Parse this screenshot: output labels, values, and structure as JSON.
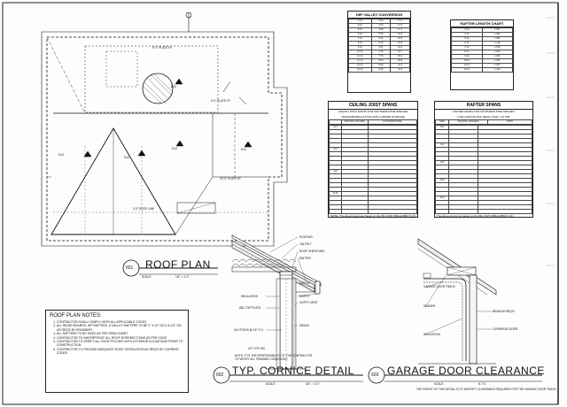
{
  "roof_plan": {
    "title": "ROOF PLAN",
    "number": "601",
    "scale": "SCALE",
    "scale_value": "1/4\" = 1'-0\"",
    "labels": {
      "pitch_left": "8:12",
      "pitch_center": "8:12",
      "pitch_right": "8:12",
      "pitch_bottom_left": "8:12",
      "pitch_bottom_right": "8:12",
      "plate_top": "9'-0\" PLATE HT",
      "plate_right": "9'-0\" PLATE HT",
      "plate_bottom": "10'-0\" PLATE HT",
      "roof_line": "3'-0\" ROOF LINE"
    }
  },
  "roof_notes": {
    "title": "ROOF PLAN NOTES:",
    "items": [
      "CONTRACTOR SHALL COMPLY WITH ALL APPLICABLE CODES",
      "ALL RIDGE BOARDS, HIP RAFTERS, & VALLEY RAFTERS TO BE 2\" X 10\" NO.2 & 1/4\" ON AS REQ'D BY ENGINEER",
      "ALL RAFTERS TO BE SIZED AS PER SPAN CHART",
      "CONTRACTOR TO WATERPROOF ALL ROOF INTERSECTIONS AS PER CODE",
      "CONTRACTOR TO VERIFY ALL ROOF PITCHES WITH EXTERIOR ELEVATIONS PRIOR TO CONSTRUCTION",
      "CONTRACTOR TO PROVIDE ADEQUATE ROOF VENTILATION AS REQ'D BY CURRENT CODES"
    ]
  },
  "hip_valley": {
    "title": "HIP/ VALLEY CONVERSION",
    "rows": [
      [
        "3:12",
        "4.24",
        "17.4"
      ],
      [
        "4:12",
        "4.33",
        "17.5"
      ],
      [
        "5:12",
        "4.69",
        "17.7"
      ],
      [
        "6:12",
        "5.00",
        "18.0"
      ],
      [
        "7:12",
        "5.41",
        "18.4"
      ],
      [
        "8:12",
        "6.00",
        "18.8"
      ],
      [
        "9:12",
        "6.51",
        "19.2"
      ],
      [
        "10:12",
        "7.00",
        "19.7"
      ],
      [
        "11:12",
        "7.35",
        "20.2"
      ],
      [
        "12:12",
        "8.00",
        "20.8"
      ],
      [
        "13:12",
        "8.49",
        "21.4"
      ],
      [
        "14:12",
        "9.00",
        "22.0"
      ]
    ]
  },
  "rafter_length": {
    "title": "RAFTER LENGTH CHART",
    "rows": [
      [
        "3:12",
        "1.031"
      ],
      [
        "4:12",
        "1.054"
      ],
      [
        "5:12",
        "1.083"
      ],
      [
        "6:12",
        "1.118"
      ],
      [
        "7:12",
        "1.158"
      ],
      [
        "8:12",
        "1.202"
      ],
      [
        "9:12",
        "1.250"
      ],
      [
        "10:12",
        "1.302"
      ],
      [
        "11:12",
        "1.357"
      ],
      [
        "12:12",
        "1.414"
      ]
    ]
  },
  "ceiling_joist": {
    "title": "CEILING JOIST SPANS",
    "subtitle": "CEILING JOIST SPANS FOR SOUTHERN PINE SPECIES",
    "subtitle2": "UNINHABITABLE ATTICS WITH LIMITED STORAGE",
    "col_spacing": "SPACING (INCHES)",
    "col_span": "SOUTHERN PINE",
    "size_labels": [
      "2x4",
      "2x6",
      "2x8",
      "2x10"
    ],
    "footnote": "NOTE: The above spans are based on the IRC 2015 TABLE R802.5.1(1)"
  },
  "rafter_spans": {
    "title": "RAFTER SPANS",
    "subtitle": "RAFTER SPANS FOR SOUTHERN PINE SPECIES",
    "subtitle2": "LIVE LOAD=20 PSF, DEAD LOAD = 10 PSF",
    "col_size": "SIZE",
    "col_spacing": "SPACING (INCHES)",
    "col_span": "SPAN",
    "size_labels": [
      "2x4",
      "2x6",
      "2x8",
      "2x10",
      "2x12"
    ],
    "footnote": "The above spans are based on the IRC 2015 TABLE R802.5.1(1)"
  },
  "cornice": {
    "title": "TYP. CORNICE DETAIL",
    "number": "602",
    "scale": "SCALE",
    "scale_value": "3/4\" = 1'-0\"",
    "labels": {
      "roof": "ROOFING",
      "felt": "15# FELT",
      "sheathing": "ROOF SHEATHING",
      "rafter": "RAFTER",
      "insulation": "INSULATION",
      "fascia": "FASCIA",
      "soffit": "SOFFIT",
      "vent": "SOFFIT VENT",
      "top_plate": "DBL TOP PLATE",
      "stud": "2x4 STUDS @ 16\" O.C.",
      "siding": "SIDING",
      "gyp": "1/2\" GYP. BD."
    },
    "note": "NOTE: IT IS THE RESPONSIBILITY OF THE CONTRACTOR TO VERIFY ALL FRAMING CONDITIONS"
  },
  "garage": {
    "title": "GARAGE DOOR CLEARANCE",
    "number": "603",
    "scale": "SCALE",
    "scale_value": "N.T.S.",
    "labels": {
      "track": "GARAGE DOOR TRACK",
      "header": "HEADER",
      "beam": "BEAM AS REQ'D",
      "door": "OVERHEAD DOOR",
      "insulation": "INSULATION"
    },
    "note": "THE INTENT OF THIS DETAIL IS TO IDENTIFY CLEARANCE REQUIRED FOR THE GARAGE DOOR TRACK"
  }
}
